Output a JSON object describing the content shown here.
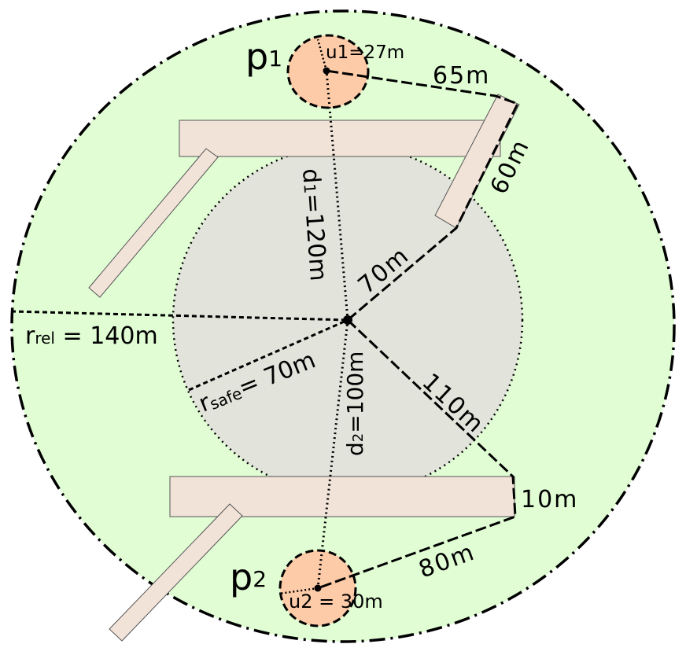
{
  "colors": {
    "outer_fill": "#e0fdd4",
    "safe_fill": "#e2e3da",
    "building_fill": "#f2e3d9",
    "point_fill": "#fdcba8",
    "stroke": "#000000"
  },
  "points": {
    "p1": {
      "letter": "p",
      "sub": "1",
      "uncertainty": "u1=27m"
    },
    "p2": {
      "letter": "p",
      "sub": "2",
      "uncertainty": "u2 = 30m"
    }
  },
  "radii": {
    "rel": {
      "letter": "r",
      "sub": "rel",
      "value": " = 140m"
    },
    "safe": {
      "letter": "r",
      "sub": "safe",
      "value": "= 70m"
    }
  },
  "distances": {
    "d1": {
      "letter": "d",
      "sub": "1",
      "value": "=120m"
    },
    "d2": {
      "letter": "d",
      "sub": "2",
      "value": "=100m"
    }
  },
  "segments": {
    "seg_65": "65m",
    "seg_60": "60m",
    "seg_70": "70m",
    "seg_110": "110m",
    "seg_10": "10m",
    "seg_80": "80m"
  }
}
